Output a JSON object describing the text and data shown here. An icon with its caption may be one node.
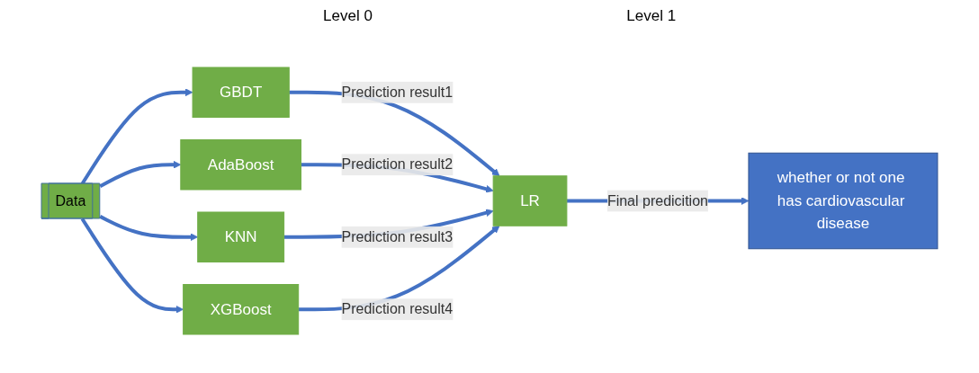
{
  "diagram": {
    "nodes": [
      {
        "text": [
          "Data"
        ]
      },
      {
        "text": [
          "GBDT"
        ]
      },
      {
        "text": [
          "AdaBoost"
        ]
      },
      {
        "text": [
          "KNN"
        ]
      },
      {
        "text": [
          "XGBoost"
        ]
      },
      {
        "text": [
          "LR"
        ]
      },
      {
        "text": [
          "whether or not one has cardiovascular disease"
        ]
      }
    ],
    "edges": [
      {
        "from": 0,
        "to": 1,
        "arrow": "to"
      },
      {
        "from": 0,
        "to": 2,
        "arrow": "to"
      },
      {
        "from": 0,
        "to": 3,
        "arrow": "to"
      },
      {
        "from": 0,
        "to": 4,
        "arrow": "to"
      },
      {
        "from": 1,
        "to": 5,
        "label": "Prediction result1",
        "arrow": "to"
      },
      {
        "from": 2,
        "to": 5,
        "label": "Prediction result2",
        "arrow": "to"
      },
      {
        "from": 3,
        "to": 5,
        "label": "Prediction result3",
        "arrow": "to"
      },
      {
        "from": 4,
        "to": 5,
        "label": "Prediction result4",
        "arrow": "to"
      },
      {
        "from": 5,
        "to": 6,
        "label": "Final predicition",
        "arrow": "to"
      }
    ],
    "labels": [
      "Level 0",
      "Level 1"
    ]
  }
}
